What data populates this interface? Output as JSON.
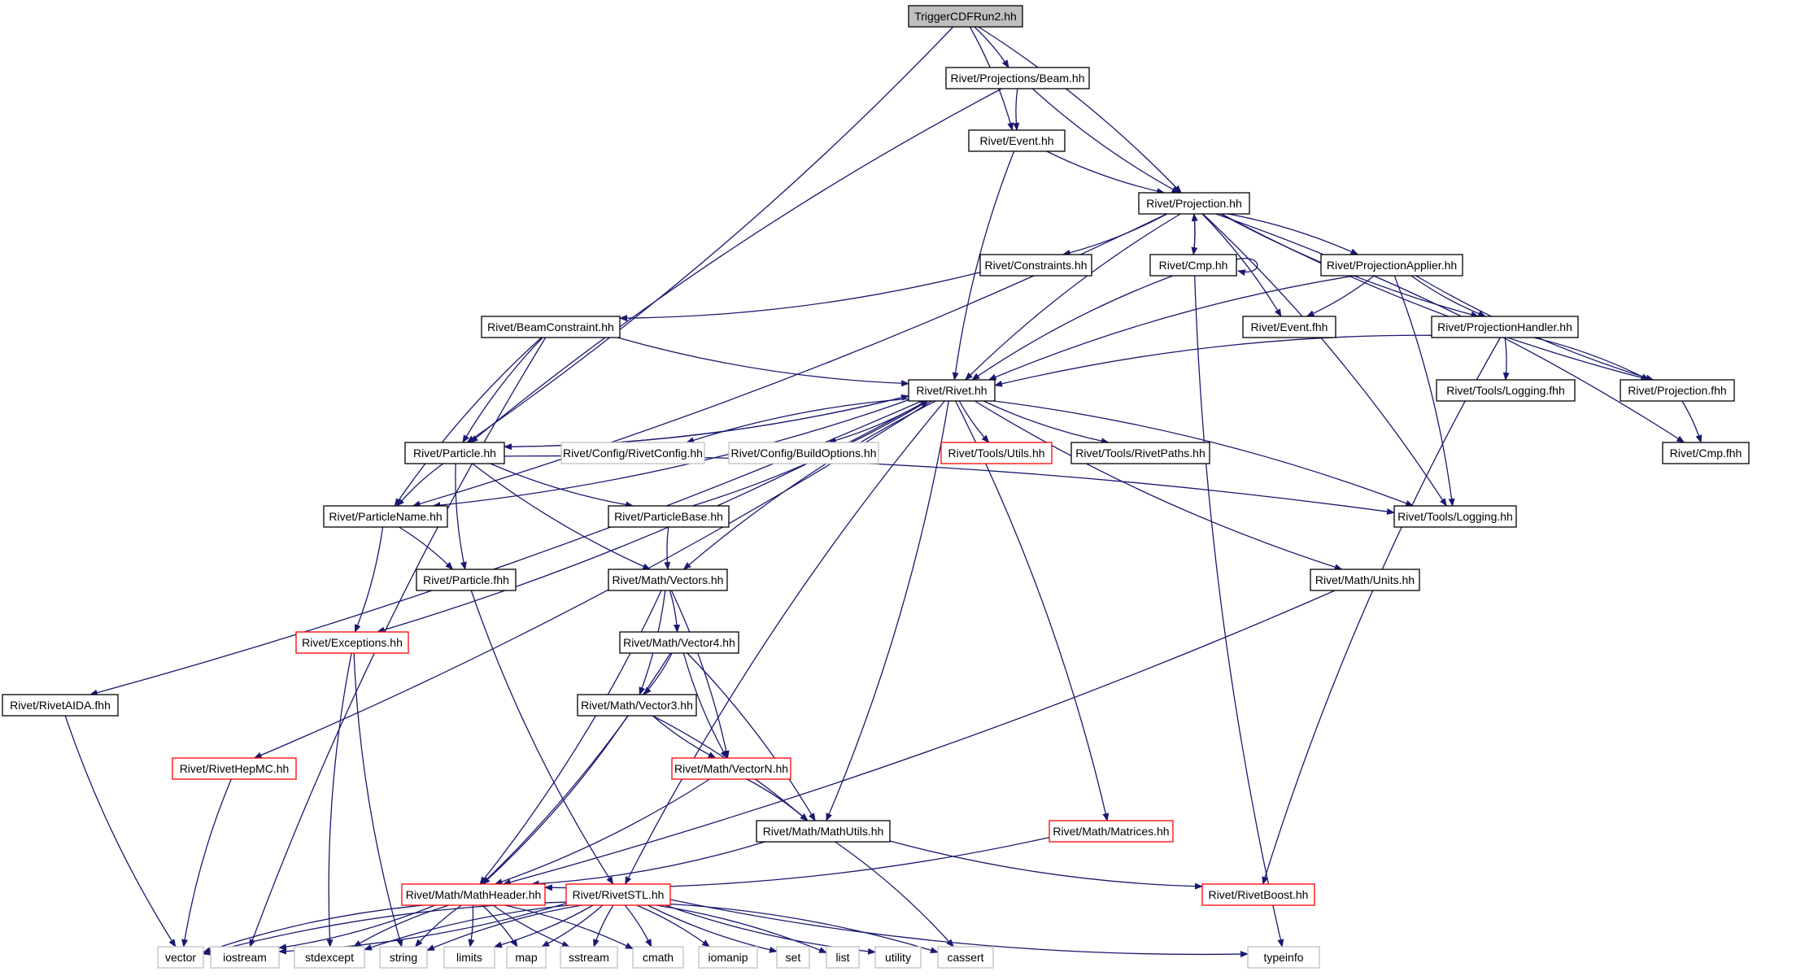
{
  "colors": {
    "edge": "#191970",
    "border_normal": "#000000",
    "border_truncated": "#ff0000",
    "border_system": "#bfbfbf",
    "root_fill": "#bfbfbf",
    "fill": "#ffffff",
    "text": "#000000"
  },
  "nodes": [
    {
      "id": "root",
      "label": "TriggerCDFRun2.hh",
      "kind": "root"
    },
    {
      "id": "beam",
      "label": "Rivet/Projections/Beam.hh",
      "kind": "normal"
    },
    {
      "id": "event",
      "label": "Rivet/Event.hh",
      "kind": "normal"
    },
    {
      "id": "projection",
      "label": "Rivet/Projection.hh",
      "kind": "normal"
    },
    {
      "id": "constraints",
      "label": "Rivet/Constraints.hh",
      "kind": "normal"
    },
    {
      "id": "cmp",
      "label": "Rivet/Cmp.hh",
      "kind": "normal"
    },
    {
      "id": "projapplier",
      "label": "Rivet/ProjectionApplier.hh",
      "kind": "normal"
    },
    {
      "id": "beamconstraint",
      "label": "Rivet/BeamConstraint.hh",
      "kind": "normal"
    },
    {
      "id": "eventfhh",
      "label": "Rivet/Event.fhh",
      "kind": "normal"
    },
    {
      "id": "projhandler",
      "label": "Rivet/ProjectionHandler.hh",
      "kind": "normal"
    },
    {
      "id": "rivet",
      "label": "Rivet/Rivet.hh",
      "kind": "normal"
    },
    {
      "id": "loggingfhh",
      "label": "Rivet/Tools/Logging.fhh",
      "kind": "normal"
    },
    {
      "id": "projfhh",
      "label": "Rivet/Projection.fhh",
      "kind": "normal"
    },
    {
      "id": "particle",
      "label": "Rivet/Particle.hh",
      "kind": "normal"
    },
    {
      "id": "rivetconfig",
      "label": "Rivet/Config/RivetConfig.hh",
      "kind": "system"
    },
    {
      "id": "buildoptions",
      "label": "Rivet/Config/BuildOptions.hh",
      "kind": "system"
    },
    {
      "id": "utils",
      "label": "Rivet/Tools/Utils.hh",
      "kind": "truncated"
    },
    {
      "id": "rivetpaths",
      "label": "Rivet/Tools/RivetPaths.hh",
      "kind": "normal"
    },
    {
      "id": "cmpfhh",
      "label": "Rivet/Cmp.fhh",
      "kind": "normal"
    },
    {
      "id": "particlename",
      "label": "Rivet/ParticleName.hh",
      "kind": "normal"
    },
    {
      "id": "particlebase",
      "label": "Rivet/ParticleBase.hh",
      "kind": "normal"
    },
    {
      "id": "logging",
      "label": "Rivet/Tools/Logging.hh",
      "kind": "normal"
    },
    {
      "id": "particlefhh",
      "label": "Rivet/Particle.fhh",
      "kind": "normal"
    },
    {
      "id": "vectors",
      "label": "Rivet/Math/Vectors.hh",
      "kind": "normal"
    },
    {
      "id": "units",
      "label": "Rivet/Math/Units.hh",
      "kind": "normal"
    },
    {
      "id": "exceptions",
      "label": "Rivet/Exceptions.hh",
      "kind": "truncated"
    },
    {
      "id": "vector4",
      "label": "Rivet/Math/Vector4.hh",
      "kind": "normal"
    },
    {
      "id": "aidafhh",
      "label": "Rivet/RivetAIDA.fhh",
      "kind": "normal"
    },
    {
      "id": "vector3",
      "label": "Rivet/Math/Vector3.hh",
      "kind": "normal"
    },
    {
      "id": "hepmc",
      "label": "Rivet/RivetHepMC.hh",
      "kind": "truncated"
    },
    {
      "id": "vectorn",
      "label": "Rivet/Math/VectorN.hh",
      "kind": "truncated"
    },
    {
      "id": "mathutils",
      "label": "Rivet/Math/MathUtils.hh",
      "kind": "normal"
    },
    {
      "id": "matrices",
      "label": "Rivet/Math/Matrices.hh",
      "kind": "truncated"
    },
    {
      "id": "mathheader",
      "label": "Rivet/Math/MathHeader.hh",
      "kind": "truncated"
    },
    {
      "id": "rivetstl",
      "label": "Rivet/RivetSTL.hh",
      "kind": "truncated"
    },
    {
      "id": "rivetboost",
      "label": "Rivet/RivetBoost.hh",
      "kind": "truncated"
    },
    {
      "id": "vector",
      "label": "vector",
      "kind": "system"
    },
    {
      "id": "iostream",
      "label": "iostream",
      "kind": "system"
    },
    {
      "id": "stdexcept",
      "label": "stdexcept",
      "kind": "system"
    },
    {
      "id": "string",
      "label": "string",
      "kind": "system"
    },
    {
      "id": "limits",
      "label": "limits",
      "kind": "system"
    },
    {
      "id": "map",
      "label": "map",
      "kind": "system"
    },
    {
      "id": "sstream",
      "label": "sstream",
      "kind": "system"
    },
    {
      "id": "cmath",
      "label": "cmath",
      "kind": "system"
    },
    {
      "id": "iomanip",
      "label": "iomanip",
      "kind": "system"
    },
    {
      "id": "set",
      "label": "set",
      "kind": "system"
    },
    {
      "id": "list",
      "label": "list",
      "kind": "system"
    },
    {
      "id": "utility",
      "label": "utility",
      "kind": "system"
    },
    {
      "id": "cassert",
      "label": "cassert",
      "kind": "system"
    },
    {
      "id": "typeinfo",
      "label": "typeinfo",
      "kind": "system"
    }
  ],
  "edges": [
    [
      "root",
      "beam"
    ],
    [
      "root",
      "event"
    ],
    [
      "root",
      "projection"
    ],
    [
      "root",
      "particle"
    ],
    [
      "beam",
      "event"
    ],
    [
      "beam",
      "projection"
    ],
    [
      "beam",
      "particle"
    ],
    [
      "event",
      "projection"
    ],
    [
      "event",
      "rivet"
    ],
    [
      "projection",
      "constraints"
    ],
    [
      "projection",
      "cmp"
    ],
    [
      "projection",
      "projapplier"
    ],
    [
      "projection",
      "eventfhh"
    ],
    [
      "projection",
      "projhandler"
    ],
    [
      "projection",
      "rivet"
    ],
    [
      "projection",
      "projfhh"
    ],
    [
      "projection",
      "cmpfhh"
    ],
    [
      "projection",
      "logging"
    ],
    [
      "projection",
      "particlename"
    ],
    [
      "cmp",
      "projection"
    ],
    [
      "cmp",
      "cmp"
    ],
    [
      "cmp",
      "rivet"
    ],
    [
      "cmp",
      "typeinfo"
    ],
    [
      "constraints",
      "beamconstraint"
    ],
    [
      "projapplier",
      "eventfhh"
    ],
    [
      "projapplier",
      "projhandler"
    ],
    [
      "projapplier",
      "rivet"
    ],
    [
      "projapplier",
      "projfhh"
    ],
    [
      "projapplier",
      "logging"
    ],
    [
      "beamconstraint",
      "rivet"
    ],
    [
      "beamconstraint",
      "particle"
    ],
    [
      "beamconstraint",
      "particlename"
    ],
    [
      "beamconstraint",
      "iostream"
    ],
    [
      "projhandler",
      "rivet"
    ],
    [
      "projhandler",
      "loggingfhh"
    ],
    [
      "projhandler",
      "projfhh"
    ],
    [
      "projhandler",
      "rivetboost"
    ],
    [
      "projfhh",
      "cmpfhh"
    ],
    [
      "rivet",
      "particle"
    ],
    [
      "rivet",
      "rivetconfig"
    ],
    [
      "rivet",
      "buildoptions"
    ],
    [
      "rivet",
      "utils"
    ],
    [
      "rivet",
      "rivetpaths"
    ],
    [
      "rivet",
      "particlename"
    ],
    [
      "rivet",
      "logging"
    ],
    [
      "rivet",
      "vectors"
    ],
    [
      "rivet",
      "units"
    ],
    [
      "rivet",
      "exceptions"
    ],
    [
      "rivet",
      "aidafhh"
    ],
    [
      "rivet",
      "hepmc"
    ],
    [
      "rivet",
      "mathutils"
    ],
    [
      "rivet",
      "matrices"
    ],
    [
      "rivet",
      "rivetstl"
    ],
    [
      "particle",
      "rivet"
    ],
    [
      "particle",
      "particlename"
    ],
    [
      "particle",
      "particlebase"
    ],
    [
      "particle",
      "particlefhh"
    ],
    [
      "particle",
      "vectors"
    ],
    [
      "particle",
      "logging"
    ],
    [
      "particlebase",
      "rivet"
    ],
    [
      "particlebase",
      "vectors"
    ],
    [
      "particlename",
      "particlefhh"
    ],
    [
      "particlename",
      "exceptions"
    ],
    [
      "particlefhh",
      "rivetstl"
    ],
    [
      "vectors",
      "vector4"
    ],
    [
      "vectors",
      "vector3"
    ],
    [
      "vectors",
      "vectorn"
    ],
    [
      "vectors",
      "mathheader"
    ],
    [
      "vector4",
      "vector3"
    ],
    [
      "vector4",
      "vectorn"
    ],
    [
      "vector4",
      "mathutils"
    ],
    [
      "vector4",
      "mathheader"
    ],
    [
      "vector3",
      "vectorn"
    ],
    [
      "vector3",
      "mathutils"
    ],
    [
      "vector3",
      "mathheader"
    ],
    [
      "vectorn",
      "mathutils"
    ],
    [
      "vectorn",
      "mathheader"
    ],
    [
      "mathutils",
      "mathheader"
    ],
    [
      "mathutils",
      "rivetboost"
    ],
    [
      "mathutils",
      "cassert"
    ],
    [
      "matrices",
      "mathheader"
    ],
    [
      "units",
      "mathheader"
    ],
    [
      "exceptions",
      "stdexcept"
    ],
    [
      "exceptions",
      "string"
    ],
    [
      "aidafhh",
      "vector"
    ],
    [
      "hepmc",
      "vector"
    ],
    [
      "mathheader",
      "vector"
    ],
    [
      "mathheader",
      "iostream"
    ],
    [
      "mathheader",
      "stdexcept"
    ],
    [
      "mathheader",
      "string"
    ],
    [
      "mathheader",
      "limits"
    ],
    [
      "mathheader",
      "map"
    ],
    [
      "mathheader",
      "sstream"
    ],
    [
      "mathheader",
      "cmath"
    ],
    [
      "rivetstl",
      "vector"
    ],
    [
      "rivetstl",
      "iostream"
    ],
    [
      "rivetstl",
      "stdexcept"
    ],
    [
      "rivetstl",
      "string"
    ],
    [
      "rivetstl",
      "limits"
    ],
    [
      "rivetstl",
      "map"
    ],
    [
      "rivetstl",
      "sstream"
    ],
    [
      "rivetstl",
      "cmath"
    ],
    [
      "rivetstl",
      "iomanip"
    ],
    [
      "rivetstl",
      "set"
    ],
    [
      "rivetstl",
      "list"
    ],
    [
      "rivetstl",
      "utility"
    ],
    [
      "rivetstl",
      "cassert"
    ],
    [
      "rivetstl",
      "typeinfo"
    ]
  ]
}
